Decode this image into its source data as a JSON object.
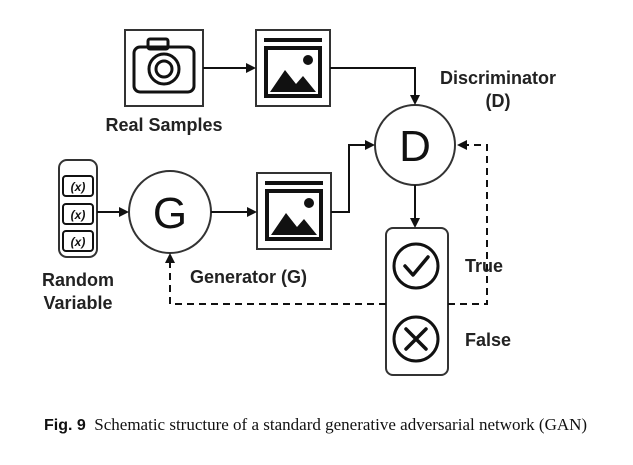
{
  "labels": {
    "real_samples": "Real Samples",
    "discriminator_line1": "Discriminator",
    "discriminator_line2": "(D)",
    "random_line1": "Random",
    "random_line2": "Variable",
    "generator": "Generator (G)",
    "true": "True",
    "false": "False",
    "g_letter": "G",
    "d_letter": "D",
    "var_symbol": "(x)"
  },
  "caption": {
    "figure_label": "Fig. 9",
    "text": "Schematic structure of a standard generative adversarial network (GAN)"
  },
  "icons": [
    "camera-icon",
    "image-icon",
    "checkmark-icon",
    "cross-icon"
  ]
}
